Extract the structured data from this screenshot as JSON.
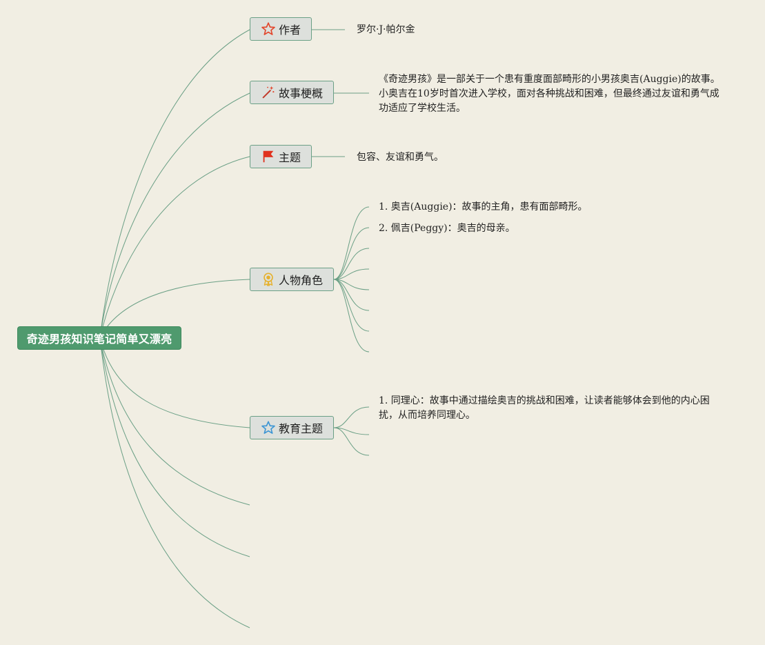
{
  "root": {
    "title": "奇迹男孩知识笔记简单又漂亮"
  },
  "topics": {
    "author": {
      "label": "作者",
      "icon": "star-outline-icon",
      "note": "罗尔·J·帕尔金"
    },
    "synopsis": {
      "label": "故事梗概",
      "icon": "magic-wand-icon",
      "note": "《奇迹男孩》是一部关于一个患有重度面部畸形的小男孩奥吉(Auggie)的故事。小奥吉在10岁时首次进入学校，面对各种挑战和困难，但最终通过友谊和勇气成功适应了学校生活。"
    },
    "theme": {
      "label": "主题",
      "icon": "flag-icon",
      "note": "包容、友谊和勇气。"
    },
    "characters": {
      "label": "人物角色",
      "icon": "medal-icon",
      "items": [
        "1. 奥吉(Auggie)：故事的主角，患有面部畸形。",
        "2. 佩吉(Peggy)：奥吉的母亲。"
      ]
    },
    "education": {
      "label": "教育主题",
      "icon": "blue-star-icon",
      "items": [
        "1. 同理心：故事中通过描绘奥吉的挑战和困难，让读者能够体会到他的内心困扰，从而培养同理心。"
      ]
    }
  },
  "colors": {
    "link": "#6a9f85",
    "root": "#4f9a6e",
    "background": "#f1eee3"
  }
}
